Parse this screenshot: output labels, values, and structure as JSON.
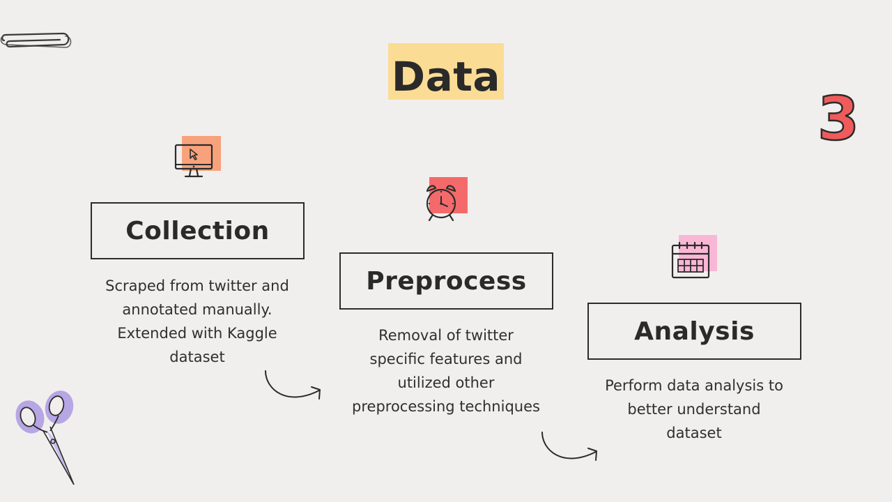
{
  "slide": {
    "title": "Data",
    "page_number": "3",
    "colors": {
      "background": "#f1efed",
      "title_highlight": "#fbdc95",
      "collection_accent": "#f8a27c",
      "preprocess_accent": "#f46a6a",
      "analysis_accent": "#f9b7d6",
      "number_red": "#ef5b5b",
      "scissors_purple": "#b6a6e4"
    }
  },
  "steps": [
    {
      "title": "Collection",
      "icon": "computer-monitor-icon",
      "description_lines": [
        "Scraped from twitter and",
        "annotated manually.",
        "Extended with Kaggle",
        "dataset"
      ]
    },
    {
      "title": "Preprocess",
      "icon": "alarm-clock-icon",
      "description_lines": [
        "Removal of twitter",
        "specific features and",
        "utilized other",
        "preprocessing techniques"
      ]
    },
    {
      "title": "Analysis",
      "icon": "calendar-icon",
      "description_lines": [
        "Perform data analysis to",
        "better understand",
        "dataset"
      ]
    }
  ],
  "decorations": {
    "top_left": "paperclip-icon",
    "bottom_left": "scissors-icon",
    "arrows": [
      "curved-arrow-icon",
      "curved-arrow-icon"
    ]
  }
}
